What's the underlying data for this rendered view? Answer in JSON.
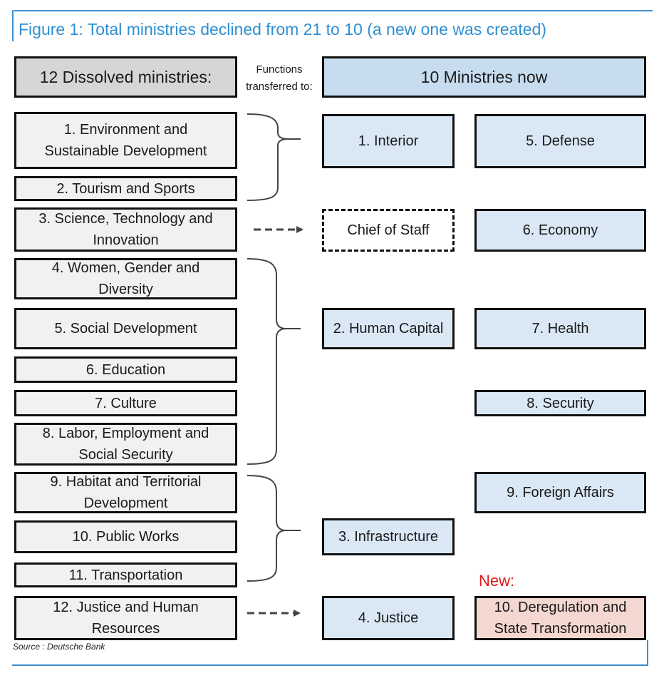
{
  "figure": {
    "title": "Figure 1: Total ministries declined from 21 to 10 (a new one was created)",
    "source": "Source : Deutsche Bank"
  },
  "headers": {
    "dissolved": "12 Dissolved ministries:",
    "transfer": "Functions transferred to:",
    "now": "10 Ministries now"
  },
  "dissolved": [
    {
      "line1": "1. Environment and",
      "line2": "Sustainable Development"
    },
    {
      "line1": "2. Tourism and Sports",
      "line2": ""
    },
    {
      "line1": "3. Science, Technology and",
      "line2": "Innovation"
    },
    {
      "line1": "4. Women, Gender and",
      "line2": "Diversity"
    },
    {
      "line1": "5. Social Development",
      "line2": ""
    },
    {
      "line1": "6. Education",
      "line2": ""
    },
    {
      "line1": "7. Culture",
      "line2": ""
    },
    {
      "line1": "8. Labor, Employment and",
      "line2": "Social Security"
    },
    {
      "line1": "9. Habitat and Territorial",
      "line2": "Development"
    },
    {
      "line1": "10. Public Works",
      "line2": ""
    },
    {
      "line1": "11. Transportation",
      "line2": ""
    },
    {
      "line1": "12. Justice and Human",
      "line2": "Resources"
    }
  ],
  "ministries": {
    "interior": "1. Interior",
    "chief_of_staff": "Chief of Staff",
    "human_capital": "2. Human Capital",
    "infrastructure": "3. Infrastructure",
    "justice": "4. Justice",
    "defense": "5. Defense",
    "economy": "6. Economy",
    "health": "7. Health",
    "security": "8. Security",
    "foreign_affairs": "9. Foreign Affairs",
    "deregulation_line1": "10. Deregulation and",
    "deregulation_line2": "State Transformation"
  },
  "new_label": "New:",
  "colors": {
    "title": "#2d8fd2",
    "frame": "#3d8fd0",
    "dissolved_fill": "#f1f1f1",
    "current_fill": "#dae8f5",
    "new_fill": "#f3d7d0",
    "new_label": "#e0191b"
  }
}
